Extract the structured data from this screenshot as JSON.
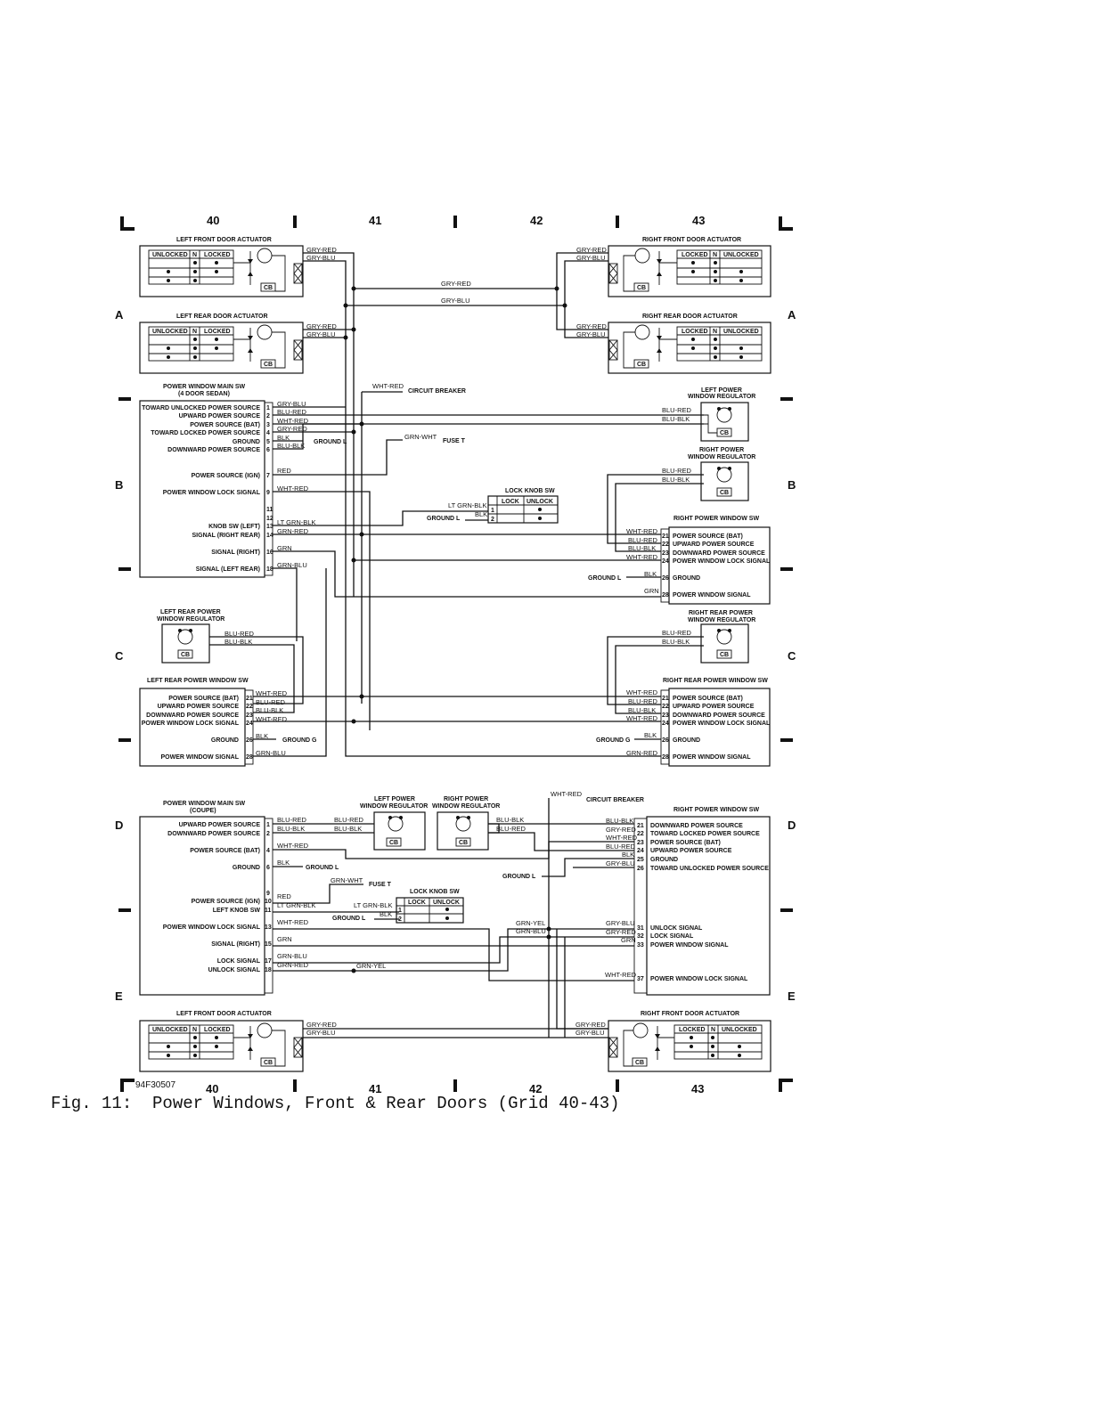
{
  "grid": {
    "columns": [
      "40",
      "41",
      "42",
      "43"
    ],
    "rows": [
      "A",
      "B",
      "C",
      "D",
      "E"
    ]
  },
  "figure_id": "94F30507",
  "caption": "Fig. 11:  Power Windows, Front & Rear Doors (Grid 40-43)",
  "actuators": {
    "left_front": "LEFT FRONT DOOR ACTUATOR",
    "left_rear": "LEFT REAR DOOR ACTUATOR",
    "right_front": "RIGHT FRONT DOOR ACTUATOR",
    "right_rear": "RIGHT REAR DOOR ACTUATOR",
    "unlocked": "UNLOCKED",
    "locked": "LOCKED",
    "n": "N",
    "cb": "CB"
  },
  "regulators": {
    "left_power": "LEFT POWER",
    "right_power": "RIGHT POWER",
    "window_regulator": "WINDOW REGULATOR",
    "left_rear_power": "LEFT REAR POWER",
    "right_rear_power": "RIGHT REAR POWER"
  },
  "main_sw_sedan": {
    "title1": "POWER WINDOW MAIN SW",
    "title2": "(4 DOOR SEDAN)",
    "pins": [
      {
        "label": "TOWARD UNLOCKED POWER SOURCE",
        "pin": "1",
        "wire": "GRY-BLU"
      },
      {
        "label": "UPWARD POWER SOURCE",
        "pin": "2",
        "wire": "BLU-RED"
      },
      {
        "label": "POWER SOURCE (BAT)",
        "pin": "3",
        "wire": "WHT-RED"
      },
      {
        "label": "TOWARD LOCKED POWER SOURCE",
        "pin": "4",
        "wire": "GRY-RED"
      },
      {
        "label": "GROUND",
        "pin": "5",
        "wire": "BLK"
      },
      {
        "label": "DOWNWARD POWER SOURCE",
        "pin": "6",
        "wire": "BLU-BLK"
      },
      {
        "label": "POWER SOURCE (IGN)",
        "pin": "7",
        "wire": "RED"
      },
      {
        "label": "POWER WINDOW LOCK SIGNAL",
        "pin": "9",
        "wire": "WHT-RED"
      },
      {
        "label": "",
        "pin": "11",
        "wire": ""
      },
      {
        "label": "",
        "pin": "12",
        "wire": ""
      },
      {
        "label": "KNOB SW (LEFT)",
        "pin": "13",
        "wire": "LT GRN-BLK"
      },
      {
        "label": "SIGNAL (RIGHT REAR)",
        "pin": "14",
        "wire": "GRN-RED"
      },
      {
        "label": "SIGNAL (RIGHT)",
        "pin": "16",
        "wire": "GRN"
      },
      {
        "label": "SIGNAL (LEFT REAR)",
        "pin": "18",
        "wire": "GRN-BLU"
      }
    ]
  },
  "misc": {
    "circuit_breaker": "CIRCUIT BREAKER",
    "fuse_t": "FUSE T",
    "ground_l": "GROUND L",
    "ground_g": "GROUND G",
    "lock_knob_sw": "LOCK KNOB SW",
    "lock": "LOCK",
    "unlock": "UNLOCK"
  },
  "right_pw_sw": {
    "title": "RIGHT POWER WINDOW SW",
    "pins": [
      {
        "pin": "21",
        "label": "POWER SOURCE (BAT)",
        "wire": "WHT-RED"
      },
      {
        "pin": "22",
        "label": "UPWARD POWER SOURCE",
        "wire": "BLU-RED"
      },
      {
        "pin": "23",
        "label": "DOWNWARD POWER SOURCE",
        "wire": "BLU-BLK"
      },
      {
        "pin": "24",
        "label": "POWER WINDOW LOCK SIGNAL",
        "wire": "WHT-RED"
      },
      {
        "pin": "26",
        "label": "GROUND",
        "wire": "BLK"
      },
      {
        "pin": "28",
        "label": "POWER WINDOW SIGNAL",
        "wire": "GRN"
      }
    ]
  },
  "left_rear_pw_sw": {
    "title": "LEFT REAR POWER WINDOW SW",
    "pins": [
      {
        "pin": "21",
        "label": "POWER SOURCE (BAT)",
        "wire": "WHT-RED"
      },
      {
        "pin": "22",
        "label": "UPWARD POWER SOURCE",
        "wire": "BLU-RED"
      },
      {
        "pin": "23",
        "label": "DOWNWARD POWER SOURCE",
        "wire": "BLU-BLK"
      },
      {
        "pin": "24",
        "label": "POWER WINDOW LOCK SIGNAL",
        "wire": "WHT-RED"
      },
      {
        "pin": "26",
        "label": "GROUND",
        "wire": "BLK"
      },
      {
        "pin": "28",
        "label": "POWER WINDOW SIGNAL",
        "wire": "GRN-BLU"
      }
    ]
  },
  "right_rear_pw_sw": {
    "title": "RIGHT REAR POWER WINDOW SW",
    "pins": [
      {
        "pin": "21",
        "label": "POWER SOURCE (BAT)",
        "wire": "WHT-RED"
      },
      {
        "pin": "22",
        "label": "UPWARD POWER SOURCE",
        "wire": "BLU-RED"
      },
      {
        "pin": "23",
        "label": "DOWNWARD POWER SOURCE",
        "wire": "BLU-BLK"
      },
      {
        "pin": "24",
        "label": "POWER WINDOW LOCK SIGNAL",
        "wire": "WHT-RED"
      },
      {
        "pin": "26",
        "label": "GROUND",
        "wire": "BLK"
      },
      {
        "pin": "28",
        "label": "POWER WINDOW SIGNAL",
        "wire": "GRN-RED"
      }
    ]
  },
  "main_sw_coupe": {
    "title1": "POWER WINDOW MAIN SW",
    "title2": "(COUPE)",
    "pins": [
      {
        "label": "UPWARD POWER SOURCE",
        "pin": "1",
        "wire": "BLU-RED"
      },
      {
        "label": "DOWNWARD POWER SOURCE",
        "pin": "2",
        "wire": "BLU-BLK"
      },
      {
        "label": "POWER SOURCE (BAT)",
        "pin": "4",
        "wire": "WHT-RED"
      },
      {
        "label": "GROUND",
        "pin": "6",
        "wire": "BLK"
      },
      {
        "label": "",
        "pin": "9",
        "wire": ""
      },
      {
        "label": "POWER SOURCE (IGN)",
        "pin": "10",
        "wire": "RED"
      },
      {
        "label": "LEFT KNOB SW",
        "pin": "11",
        "wire": "LT GRN-BLK"
      },
      {
        "label": "POWER WINDOW LOCK SIGNAL",
        "pin": "13",
        "wire": "WHT-RED"
      },
      {
        "label": "SIGNAL (RIGHT)",
        "pin": "15",
        "wire": "GRN"
      },
      {
        "label": "LOCK SIGNAL",
        "pin": "17",
        "wire": "GRN-BLU"
      },
      {
        "label": "UNLOCK SIGNAL",
        "pin": "18",
        "wire": "GRN-RED"
      }
    ]
  },
  "right_pw_sw_coupe": {
    "title": "RIGHT POWER WINDOW SW",
    "pins": [
      {
        "pin": "21",
        "label": "DOWNWARD POWER SOURCE",
        "wire": "BLU-BLK"
      },
      {
        "pin": "22",
        "label": "TOWARD LOCKED POWER SOURCE",
        "wire": "GRY-RED"
      },
      {
        "pin": "23",
        "label": "POWER SOURCE (BAT)",
        "wire": "WHT-RED"
      },
      {
        "pin": "24",
        "label": "UPWARD POWER SOURCE",
        "wire": "BLU-RED"
      },
      {
        "pin": "25",
        "label": "GROUND",
        "wire": "BLK"
      },
      {
        "pin": "26",
        "label": "TOWARD UNLOCKED POWER SOURCE",
        "wire": "GRY-BLU"
      },
      {
        "pin": "31",
        "label": "UNLOCK SIGNAL",
        "wire": "GRY-BLU"
      },
      {
        "pin": "32",
        "label": "LOCK SIGNAL",
        "wire": "GRY-RED"
      },
      {
        "pin": "33",
        "label": "POWER WINDOW SIGNAL",
        "wire": "GRN"
      },
      {
        "pin": "37",
        "label": "POWER WINDOW LOCK SIGNAL",
        "wire": "WHT-RED"
      }
    ]
  },
  "wires": {
    "gry_red": "GRY-RED",
    "gry_blu": "GRY-BLU",
    "blu_red": "BLU-RED",
    "blu_blk": "BLU-BLK",
    "wht_red": "WHT-RED",
    "grn_wht": "GRN-WHT",
    "lt_grn_blk": "LT GRN-BLK",
    "blk": "BLK",
    "grn_yel": "GRN-YEL",
    "grn_blu": "GRN-BLU",
    "grn": "GRN",
    "grn_red": "GRN-RED"
  }
}
